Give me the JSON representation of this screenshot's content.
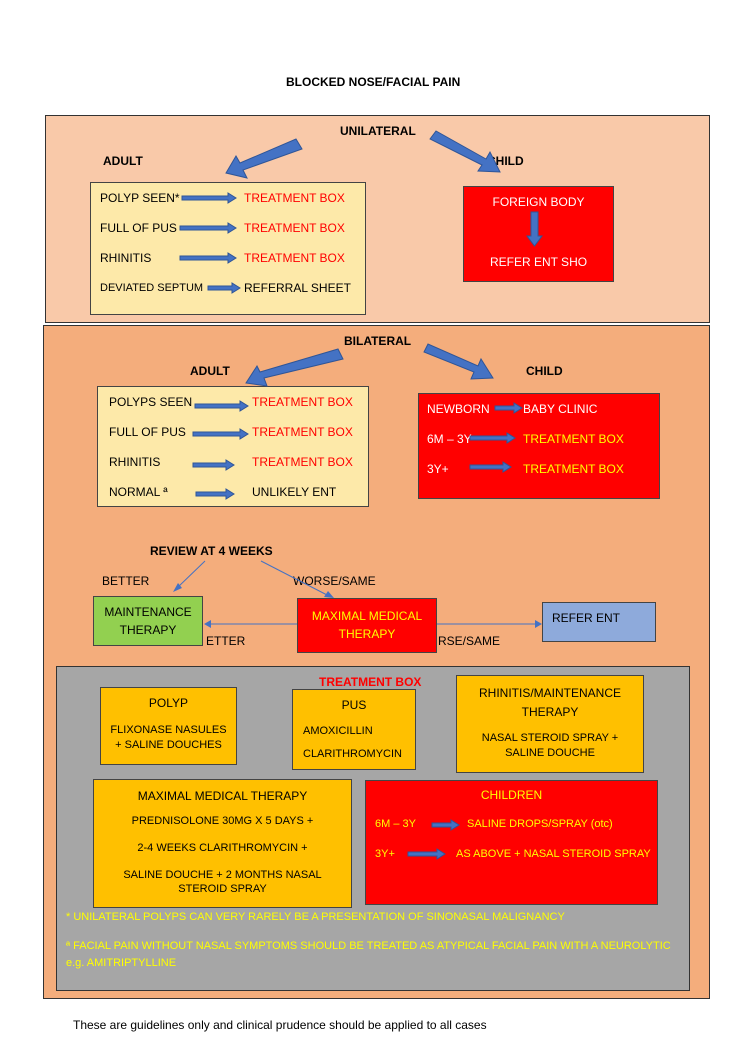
{
  "title": "BLOCKED NOSE/FACIAL PAIN",
  "colors": {
    "unilateral_panel": "#f9c9a9",
    "bilateral_panel": "#f4ad7c",
    "cream_box": "#fde9a9",
    "red_box": "#ff0000",
    "green_box": "#92d050",
    "blue_box": "#8eaadb",
    "gray_panel": "#a6a6a6",
    "orange_box": "#ffc000",
    "arrow_blue": "#4472c4"
  },
  "unilateral": {
    "heading": "UNILATERAL",
    "adult_label": "ADULT",
    "child_label": "CHILD",
    "adult_rows": [
      {
        "condition": "POLYP SEEN*",
        "target": "TREATMENT BOX"
      },
      {
        "condition": "FULL OF PUS",
        "target": "TREATMENT BOX"
      },
      {
        "condition": "RHINITIS",
        "target": "TREATMENT BOX"
      },
      {
        "condition": "DEVIATED SEPTUM",
        "target": "REFERRAL SHEET"
      }
    ],
    "child_box": {
      "top": "FOREIGN BODY",
      "bottom": "REFER ENT SHO"
    }
  },
  "bilateral": {
    "heading": "BILATERAL",
    "adult_label": "ADULT",
    "child_label": "CHILD",
    "adult_rows": [
      {
        "condition": "POLYPS SEEN",
        "target": "TREATMENT BOX"
      },
      {
        "condition": "FULL OF PUS",
        "target": "TREATMENT BOX"
      },
      {
        "condition": "RHINITIS",
        "target": "TREATMENT BOX"
      },
      {
        "condition": "NORMAL ª",
        "target": "UNLIKELY ENT"
      }
    ],
    "child_rows": [
      {
        "condition": "NEWBORN",
        "target": "BABY CLINIC"
      },
      {
        "condition": "6M – 3Y",
        "target": "TREATMENT BOX"
      },
      {
        "condition": "3Y+",
        "target": "TREATMENT BOX"
      }
    ]
  },
  "review": {
    "heading": "REVIEW AT 4 WEEKS",
    "better": "BETTER",
    "worse_same": "WORSE/SAME",
    "maintenance": "MAINTENANCE THERAPY",
    "maximal": "MAXIMAL MEDICAL THERAPY",
    "refer": "REFER ENT",
    "better_partial": "ETTER",
    "worse_partial": "RSE/SAME"
  },
  "treatment_box": {
    "heading": "TREATMENT BOX",
    "polyp": {
      "title": "POLYP",
      "lines": [
        "FLIXONASE NASULES",
        "+ SALINE DOUCHES"
      ]
    },
    "pus": {
      "title": "PUS",
      "lines": [
        "AMOXICILLIN",
        "CLARITHROMYCIN"
      ]
    },
    "rhinitis": {
      "title": "RHINITIS/MAINTENANCE THERAPY",
      "lines": [
        "NASAL STEROID SPRAY +",
        "SALINE DOUCHE"
      ]
    },
    "maximal": {
      "title": "MAXIMAL MEDICAL THERAPY",
      "lines": [
        "PREDNISOLONE 30MG X 5 DAYS +",
        "2-4 WEEKS CLARITHROMYCIN +",
        "SALINE DOUCHE + 2 MONTHS NASAL",
        "STEROID SPRAY"
      ]
    },
    "children": {
      "title": "CHILDREN",
      "rows": [
        {
          "age": "6M – 3Y",
          "treatment": "SALINE DROPS/SPRAY (otc)"
        },
        {
          "age": "3Y+",
          "treatment": "AS ABOVE + NASAL STEROID SPRAY"
        }
      ]
    },
    "notes": [
      "* UNILATERAL POLYPS CAN VERY RARELY BE A PRESENTATION OF SINONASAL MALIGNANCY",
      "ª FACIAL PAIN WITHOUT NASAL SYMPTOMS SHOULD BE TREATED AS ATYPICAL FACIAL PAIN WITH A NEUROLYTIC",
      "e.g. AMITRIPTYLLINE"
    ]
  },
  "footer": "These are guidelines only and clinical prudence should be applied to all cases"
}
